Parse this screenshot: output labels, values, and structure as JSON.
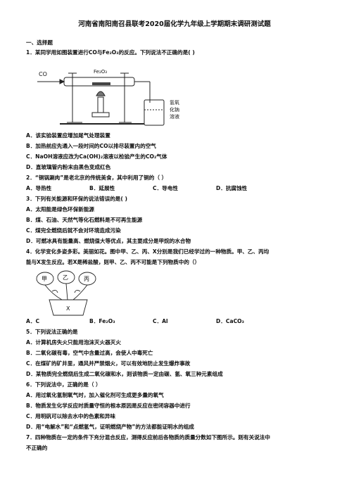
{
  "title": "河南省南阳南召县联考2020届化学九年级上学期期末调研测试题",
  "section": "一、选择题",
  "q1": {
    "stem": "1．某同学用如图装置进行CO与Fe₂O₃的反应。下列说法不正确的是(     )",
    "fig_co": "CO",
    "fig_fe2o3": "Fe₂O₃",
    "fig_naoh": [
      "氢氧",
      "化钠",
      "溶液"
    ],
    "A": "A．该实验装置应增加尾气处理装置",
    "B": "B．加热前应先通入一段时间的CO以排尽装置内的空气",
    "C": "C．NaOH溶液应改为Ca(OH)₂溶液以检验产生的CO₂气体",
    "D": "D．直玻璃管内粉末由黑色变成红色"
  },
  "q2": {
    "stem": "2．“铜锅涮肉”是老北京的传统美食，其中利用了铜的（     ）",
    "A": "A．导热性",
    "B": "B．延展性",
    "C": "C．导电性",
    "D": "D．抗腐蚀性"
  },
  "q3": {
    "stem": "3．下列有关能源和环保的说法错误的是(    )",
    "A": "A．太阳能是绿色环保新能源",
    "B": "B．煤、石油、天然气等化石燃料是不可再生能源",
    "C": "C．煤完全燃烧后就不会对环境造成污染",
    "D": "D．可燃冰具有能量高、燃烧值大等优点，其主要成分是甲烷的水合物"
  },
  "q4": {
    "stem1": "4．化学变化多姿多彩。美丽如花。图中甲、乙、丙、X分别是我们已经学过的一种物质。甲、乙、丙均",
    "stem2": "能与X发生反应。若X是稀盐酸，则甲、乙、丙不可能是下列物质中的（）",
    "flowers": [
      "甲",
      "乙",
      "丙"
    ],
    "pot": "X",
    "A": "A．C",
    "B": "B．Fe₂O₃",
    "C": "C．Al",
    "D": "D．CaCO₃"
  },
  "q5": {
    "stem": "5．下列说法正确的是",
    "A": "A．计算机房失火只能用泡沫灭火器灭火",
    "B": "B．二氧化碳有毒，空气中含量过高，会使人中毒死亡",
    "C": "C．在煤矿的矿井里，通风并严禁烟火，可以有效地防止发生爆炸事故",
    "D": "D．某物质完全燃烧后生成二氧化碳和水，则该物质一定由碳、氢、氧三种元素组成"
  },
  "q6": {
    "stem": "6．下列说法中，正确的是（     ）",
    "A": "A．用过氧化氢制氧气时，加入催化剂可生成更多量的氧气",
    "B": "B．物质发生化学反应时质量守恒的根本原因是反应在密闭容器中进行",
    "C": "C．用明矾可以除去水中的色素和异味",
    "D": "D．用“电解水”和“点燃氢气，证明燃烧产物”的方法都能证明水的组成"
  },
  "q7": {
    "stem1": "7．四种物质在一定的条件下充分混合反应，测得反应前后各物质的质量分数如下图所示。则有关说法中",
    "stem2": "不正确的"
  }
}
